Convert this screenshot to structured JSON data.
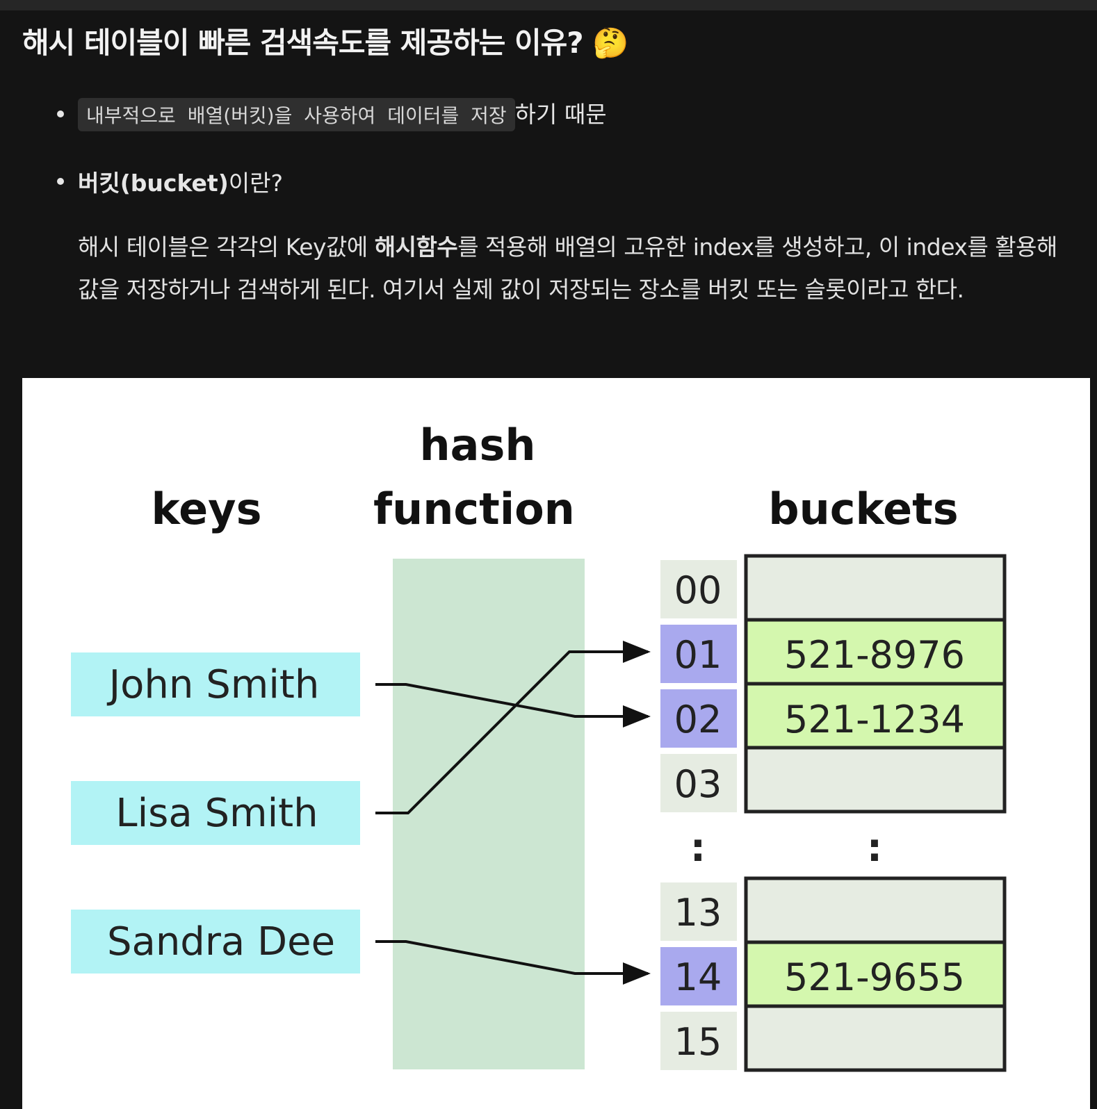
{
  "heading": {
    "text": "해시 테이블이 빠른 검색속도를 제공하는 이유?",
    "emoji": "🤔"
  },
  "bullets": [
    {
      "code": "내부적으로 배열(버킷)을 사용하여 데이터를 저장",
      "rest": "하기 때문"
    },
    {
      "bold": "버킷(bucket)",
      "rest": "이란?"
    }
  ],
  "paragraph": {
    "part1": "해시 테이블은 각각의 Key값에 ",
    "bold": "해시함수",
    "part2": "를 적용해 배열의 고유한 index를 생성하고, 이 index를 활용해 값을 저장하거나 검색하게 된다. 여기서 실제 값이 저장되는 장소를 버킷 또는 슬롯이라고 한다."
  },
  "diagram": {
    "labels": {
      "keys": "keys",
      "hash_line1": "hash",
      "hash_line2": "function",
      "buckets": "buckets",
      "ellipsis": ":"
    },
    "keys": [
      "John Smith",
      "Lisa Smith",
      "Sandra Dee"
    ],
    "bucket_group_1": [
      {
        "index": "00",
        "value": "",
        "used": false
      },
      {
        "index": "01",
        "value": "521-8976",
        "used": true
      },
      {
        "index": "02",
        "value": "521-1234",
        "used": true
      },
      {
        "index": "03",
        "value": "",
        "used": false
      }
    ],
    "bucket_group_2": [
      {
        "index": "13",
        "value": "",
        "used": false
      },
      {
        "index": "14",
        "value": "521-9655",
        "used": true
      },
      {
        "index": "15",
        "value": "",
        "used": false
      }
    ],
    "mappings": [
      {
        "key": "John Smith",
        "index": "02"
      },
      {
        "key": "Lisa Smith",
        "index": "01"
      },
      {
        "key": "Sandra Dee",
        "index": "14"
      }
    ],
    "colors": {
      "key_box": "#b2f3f5",
      "hash_band": "#cce6d2",
      "index_used": "#a9a9ee",
      "index_free": "#e6ece2",
      "bucket_used": "#d4f7ae",
      "bucket_free": "#e6ece2"
    }
  }
}
